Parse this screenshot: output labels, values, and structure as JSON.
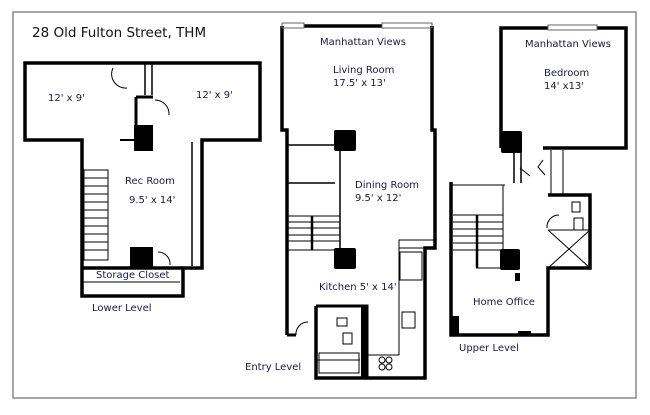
{
  "title": "28 Old Fulton Street, THM",
  "lower_level": {
    "label": "Lower Level",
    "room_left": "12' x 9'",
    "room_right": "12' x 9'",
    "rec_room": "Rec Room",
    "rec_room_size": "9.5' x 14'",
    "storage": "Storage Closet"
  },
  "entry_level": {
    "label": "Entry Level",
    "views": "Manhattan Views",
    "living_room": "Living Room",
    "living_room_size": "17.5' x 13'",
    "dining_room": "Dining Room",
    "dining_room_size": "9.5' x 12'",
    "kitchen": "Kitchen 5' x 14'"
  },
  "upper_level": {
    "label": "Upper Level",
    "views": "Manhattan Views",
    "bedroom": "Bedroom",
    "bedroom_size": "14' x13'",
    "home_office": "Home Office"
  }
}
